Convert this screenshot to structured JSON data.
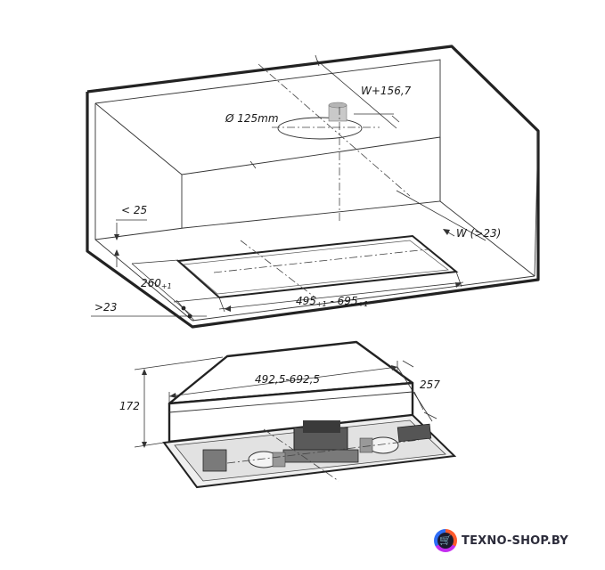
{
  "diagram": {
    "labels": {
      "outlet_offset": "W+156,7",
      "duct_diameter": "Ø 125mm",
      "bottom_clearance": "< 25",
      "side_clearance": "W (>23)",
      "cutout_depth_main": "260",
      "cutout_depth_tol": "+1",
      "cutout_width_a": "495",
      "cutout_width_a_tol": "+1",
      "cutout_width_sep": " - ",
      "cutout_width_b": "695",
      "cutout_width_b_tol": "+1",
      "front_clearance": ">23",
      "unit_width": "492,5-692,5",
      "unit_height": "172",
      "unit_depth": "257"
    }
  },
  "watermark": {
    "text": "TEXNO-SHOP.BY",
    "icon": "cart-icon"
  }
}
